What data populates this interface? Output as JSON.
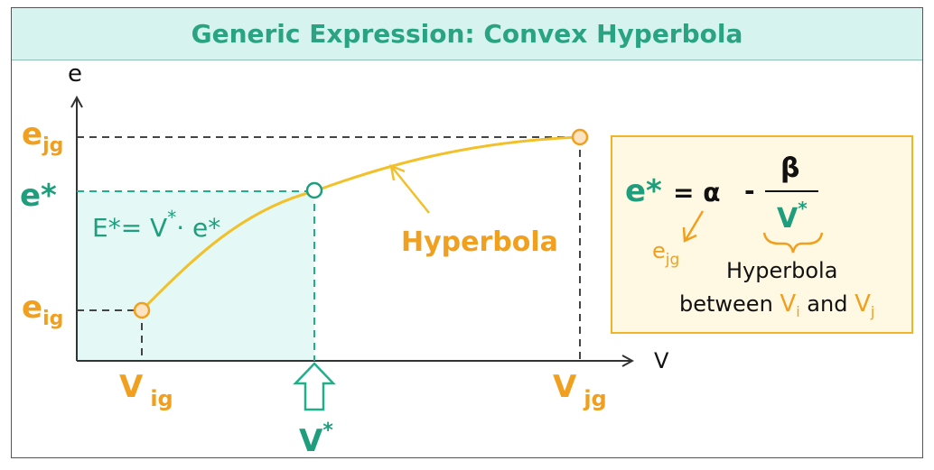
{
  "title": "Generic Expression: Convex Hyperbola",
  "axes": {
    "y_label": "e",
    "x_label": "V"
  },
  "y_ticks": {
    "top_base": "e",
    "top_sub": "jg",
    "mid": "e*",
    "low_base": "e",
    "low_sub": "ig"
  },
  "x_ticks": {
    "left_base": "V",
    "left_sub": "ig",
    "right_base": "V",
    "right_sub": "jg",
    "mid_base": "V",
    "mid_sup": "*"
  },
  "area_label": {
    "left": "E*= V",
    "sup": "*",
    "right": "· e*"
  },
  "curve_label": "Hyperbola",
  "formula": {
    "lhs": "e*",
    "eq": "= α",
    "minus": "-",
    "numerator": "β",
    "denom_base": "V",
    "denom_sup": "*",
    "alpha_note_base": "e",
    "alpha_note_sub": "jg",
    "brace_line1": "Hyperbola",
    "brace_line2_pre": "between ",
    "vi_base": "V",
    "vi_sub": "i",
    "and_text": " and ",
    "vj_base": "V",
    "vj_sub": "j"
  },
  "colors": {
    "orange": "#f0a01e",
    "green": "#1f9e7e",
    "curve": "#f2c029",
    "fill": "#e4f8f6",
    "box_bg": "#fff8e3",
    "box_border": "#f0b429"
  }
}
